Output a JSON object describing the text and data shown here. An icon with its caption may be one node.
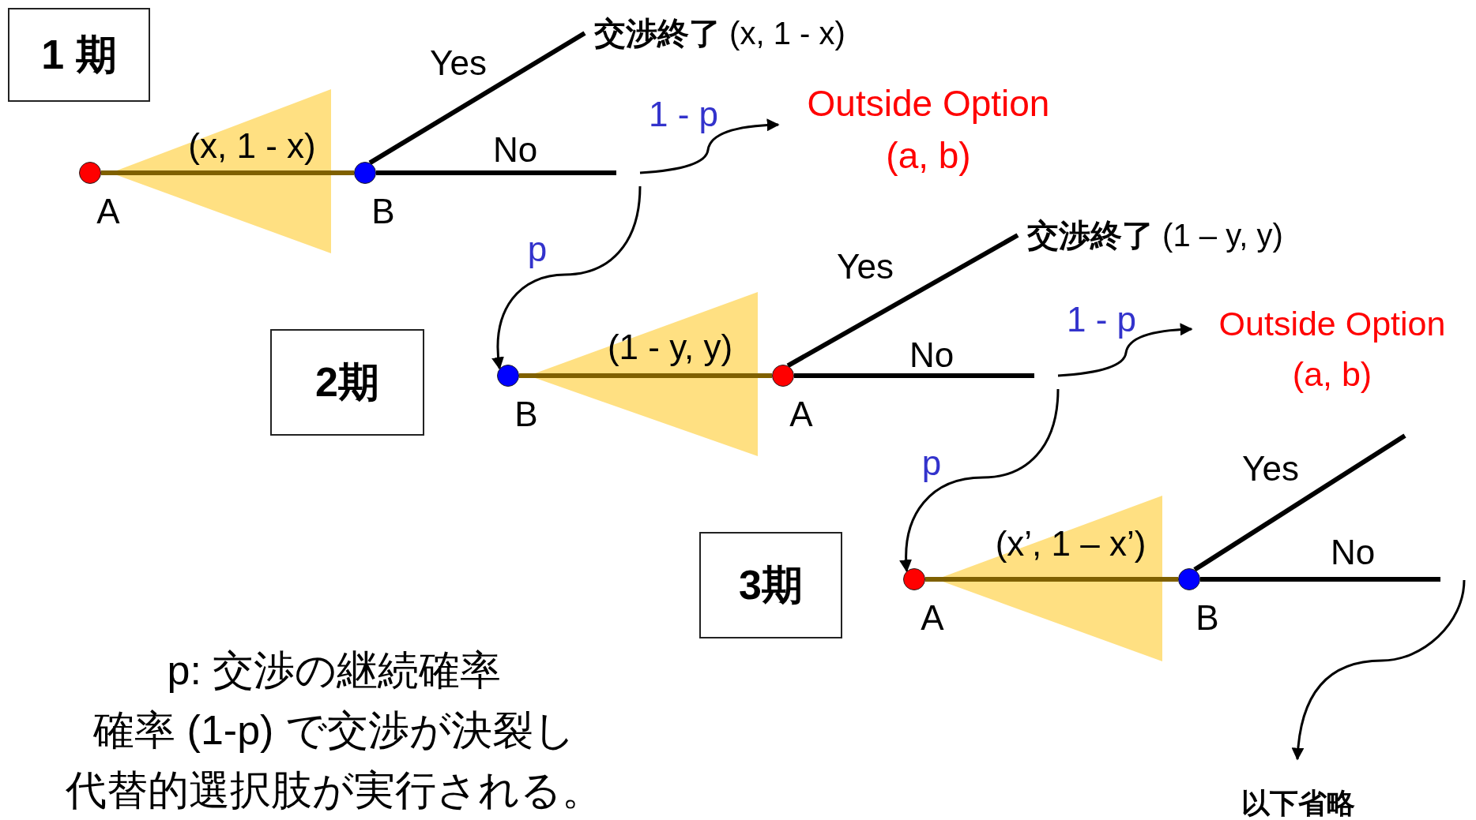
{
  "diagram": {
    "nodes": [
      {
        "text": [
          "1 期"
        ]
      },
      {
        "text": [],
        "shape": "circle",
        "beside": [
          "A"
        ]
      },
      {
        "text": [],
        "shape": "circle",
        "beside": [
          "B"
        ]
      },
      {
        "text": [
          "**交渉終了** (x, 1 - x)"
        ]
      },
      {
        "text": [
          "Outside Option",
          "(a, b)"
        ]
      },
      {
        "text": [
          "2期"
        ]
      },
      {
        "text": [],
        "shape": "circle",
        "beside": [
          "B"
        ]
      },
      {
        "text": [],
        "shape": "circle",
        "beside": [
          "A"
        ]
      },
      {
        "text": [
          "**交渉終了** (1 – y, y)"
        ]
      },
      {
        "text": [
          "Outside Option",
          "(a, b)"
        ]
      },
      {
        "text": [
          "3期"
        ]
      },
      {
        "text": [],
        "shape": "circle",
        "beside": [
          "A"
        ]
      },
      {
        "text": [],
        "shape": "circle",
        "beside": [
          "B"
        ]
      },
      {
        "text": [
          "以下省略"
        ]
      }
    ],
    "edges": [
      {
        "from": 1,
        "to": 2,
        "arrow": "none",
        "label": "(x, 1 - x)",
        "color": "#7f6000"
      },
      {
        "from": 2,
        "to": 3,
        "arrow": "none",
        "label": "Yes"
      },
      {
        "from": 2,
        "to": null,
        "arrow": "none",
        "label": "No"
      },
      {
        "from": null,
        "to": 4,
        "arrow": "to",
        "label": "1 - p"
      },
      {
        "from": null,
        "to": 6,
        "arrow": "to",
        "label": "p"
      },
      {
        "from": 6,
        "to": 7,
        "arrow": "none",
        "label": "(1 - y, y)",
        "color": "#7f6000"
      },
      {
        "from": 7,
        "to": 8,
        "arrow": "none",
        "label": "Yes"
      },
      {
        "from": 7,
        "to": null,
        "arrow": "none",
        "label": "No"
      },
      {
        "from": null,
        "to": 9,
        "arrow": "to",
        "label": "1 - p"
      },
      {
        "from": null,
        "to": 11,
        "arrow": "to",
        "label": "p"
      },
      {
        "from": 11,
        "to": 12,
        "arrow": "none",
        "label": "(x’, 1 – x’)",
        "color": "#7f6000"
      },
      {
        "from": 12,
        "to": null,
        "arrow": "none",
        "label": "Yes"
      },
      {
        "from": 12,
        "to": null,
        "arrow": "none",
        "label": "No"
      },
      {
        "from": null,
        "to": 13,
        "arrow": "to"
      }
    ],
    "labels": [
      "p: 交渉の継続確率",
      "確率 (1-p) で交渉が決裂し",
      "代替的選択肢が実行される。"
    ]
  }
}
